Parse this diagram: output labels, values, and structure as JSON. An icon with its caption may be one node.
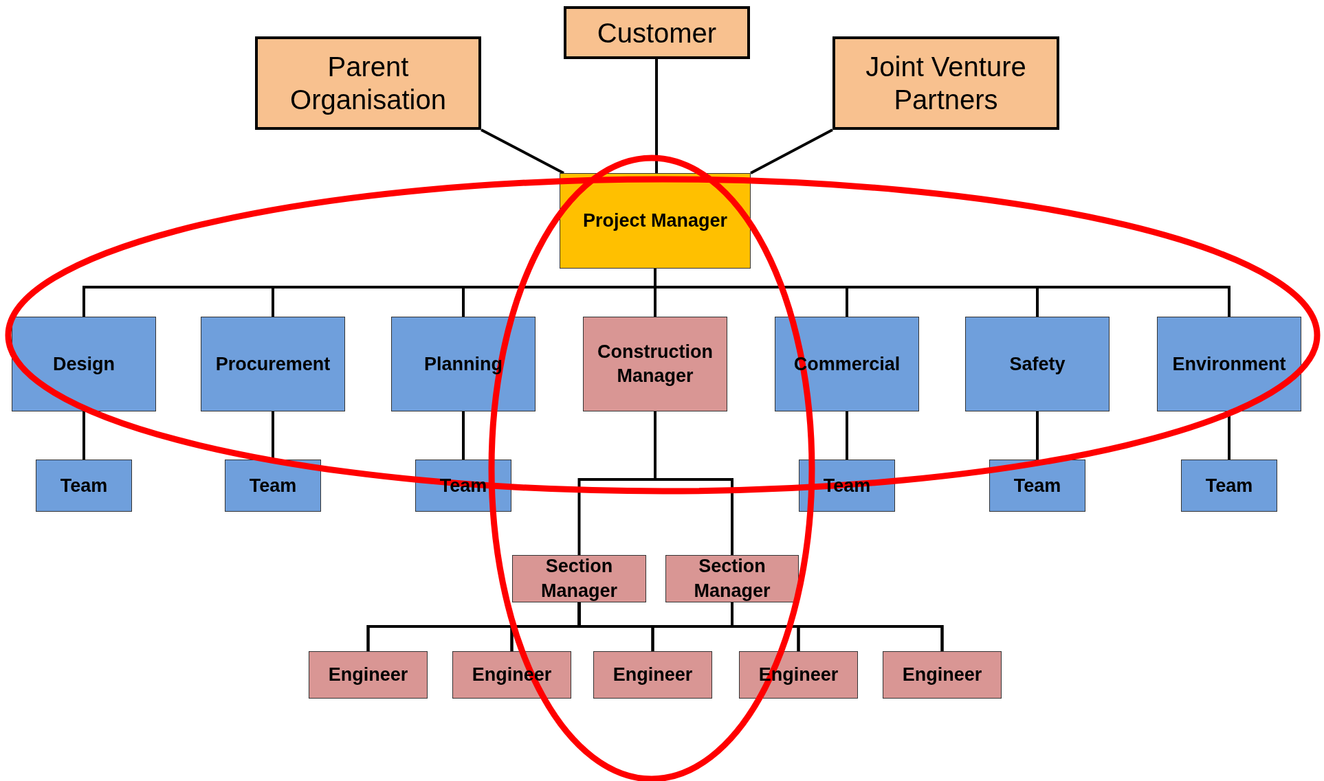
{
  "diagram": {
    "nodes": [
      {
        "text": [
          "Parent Organisation"
        ]
      },
      {
        "text": [
          "Customer"
        ]
      },
      {
        "text": [
          "Joint Venture Partners"
        ]
      },
      {
        "text": [
          "Project Manager"
        ]
      },
      {
        "text": [
          "Design"
        ]
      },
      {
        "text": [
          "Procurement"
        ]
      },
      {
        "text": [
          "Planning"
        ]
      },
      {
        "text": [
          "Construction Manager"
        ]
      },
      {
        "text": [
          "Commercial"
        ]
      },
      {
        "text": [
          "Safety"
        ]
      },
      {
        "text": [
          "Environment"
        ]
      },
      {
        "text": [
          "Team"
        ]
      },
      {
        "text": [
          "Team"
        ]
      },
      {
        "text": [
          "Team"
        ]
      },
      {
        "text": [
          "Team"
        ]
      },
      {
        "text": [
          "Team"
        ]
      },
      {
        "text": [
          "Team"
        ]
      },
      {
        "text": [
          "Section Manager"
        ]
      },
      {
        "text": [
          "Section Manager"
        ]
      },
      {
        "text": [
          "Engineer"
        ]
      },
      {
        "text": [
          "Engineer"
        ]
      },
      {
        "text": [
          "Engineer"
        ]
      },
      {
        "text": [
          "Engineer"
        ]
      },
      {
        "text": [
          "Engineer"
        ]
      }
    ],
    "edges": [
      {
        "from": 0,
        "to": 3,
        "arrow": "none"
      },
      {
        "from": 1,
        "to": 3,
        "arrow": "none"
      },
      {
        "from": 2,
        "to": 3,
        "arrow": "none"
      },
      {
        "from": 3,
        "to": 4,
        "arrow": "none"
      },
      {
        "from": 3,
        "to": 5,
        "arrow": "none"
      },
      {
        "from": 3,
        "to": 6,
        "arrow": "none"
      },
      {
        "from": 3,
        "to": 7,
        "arrow": "none"
      },
      {
        "from": 3,
        "to": 8,
        "arrow": "none"
      },
      {
        "from": 3,
        "to": 9,
        "arrow": "none"
      },
      {
        "from": 3,
        "to": 10,
        "arrow": "none"
      },
      {
        "from": 4,
        "to": 11,
        "arrow": "none"
      },
      {
        "from": 5,
        "to": 12,
        "arrow": "none"
      },
      {
        "from": 6,
        "to": 13,
        "arrow": "none"
      },
      {
        "from": 8,
        "to": 14,
        "arrow": "none"
      },
      {
        "from": 9,
        "to": 15,
        "arrow": "none"
      },
      {
        "from": 10,
        "to": 16,
        "arrow": "none"
      },
      {
        "from": 7,
        "to": 17,
        "arrow": "none"
      },
      {
        "from": 7,
        "to": 18,
        "arrow": "none"
      },
      {
        "from": 17,
        "to": 19,
        "arrow": "none"
      },
      {
        "from": 17,
        "to": 20,
        "arrow": "none"
      },
      {
        "from": 17,
        "to": 21,
        "arrow": "none"
      },
      {
        "from": 17,
        "to": 22,
        "arrow": "none"
      },
      {
        "from": 17,
        "to": 23,
        "arrow": "none"
      },
      {
        "from": 18,
        "to": 19,
        "arrow": "none"
      },
      {
        "from": 18,
        "to": 20,
        "arrow": "none"
      },
      {
        "from": 18,
        "to": 21,
        "arrow": "none"
      },
      {
        "from": 18,
        "to": 22,
        "arrow": "none"
      },
      {
        "from": 18,
        "to": 23,
        "arrow": "none"
      }
    ]
  }
}
